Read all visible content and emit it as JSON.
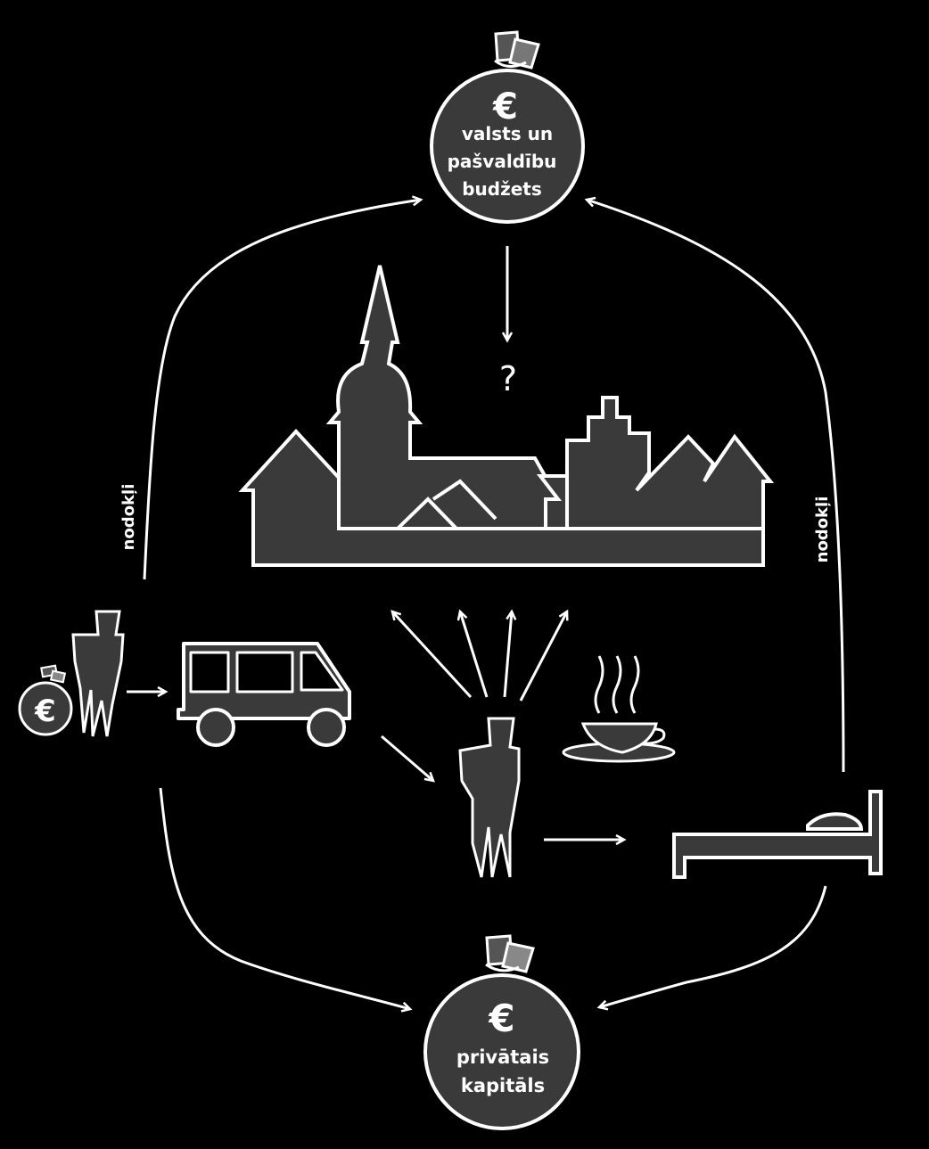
{
  "budget": {
    "currency": "€",
    "line1": "valsts un",
    "line2": "pašvaldību",
    "line3": "budžets"
  },
  "capital": {
    "currency": "€",
    "line1": "privātais",
    "line2": "kapitāls"
  },
  "question_mark": "?",
  "tax_label_left": "nodokļi",
  "tax_label_right": "nodokļi",
  "small_purse_currency": "€",
  "colors": {
    "background": "#000000",
    "line": "#ffffff",
    "fill": "#3a3a3a",
    "tag_dark": "#555555",
    "tag_light": "#888888"
  },
  "icons": [
    "money-bag-icon",
    "town-skyline-icon",
    "person-icon",
    "bus-icon",
    "tea-cup-icon",
    "bed-icon",
    "arrow-icon"
  ]
}
